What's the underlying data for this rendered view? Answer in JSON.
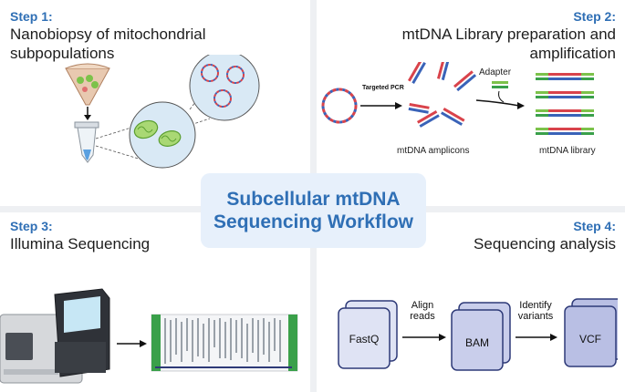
{
  "center": {
    "title": "Subcellular mtDNA Sequencing Workflow"
  },
  "step1": {
    "label": "Step 1:",
    "title": "Nanobiopsy of mitochondrial subpopulations"
  },
  "step2": {
    "label": "Step 2:",
    "title": "mtDNA Library preparation and amplification",
    "targeted_pcr": "Targeted PCR",
    "amplicons": "mtDNA amplicons",
    "adapter": "Adapter",
    "library": "mtDNA library"
  },
  "step3": {
    "label": "Step 3:",
    "title": "Illumina Sequencing"
  },
  "step4": {
    "label": "Step 4:",
    "title": "Sequencing analysis",
    "fastq": "FastQ",
    "align": "Align reads",
    "bam": "BAM",
    "identify": "Identify variants",
    "vcf": "VCF"
  },
  "colors": {
    "accent": "#2f6fb5",
    "dna_red": "#d9434b",
    "dna_blue": "#3a63b8",
    "mito_green": "#7cc24a",
    "file_fill": "#c9ceeb",
    "file_stroke": "#2e3a78"
  }
}
